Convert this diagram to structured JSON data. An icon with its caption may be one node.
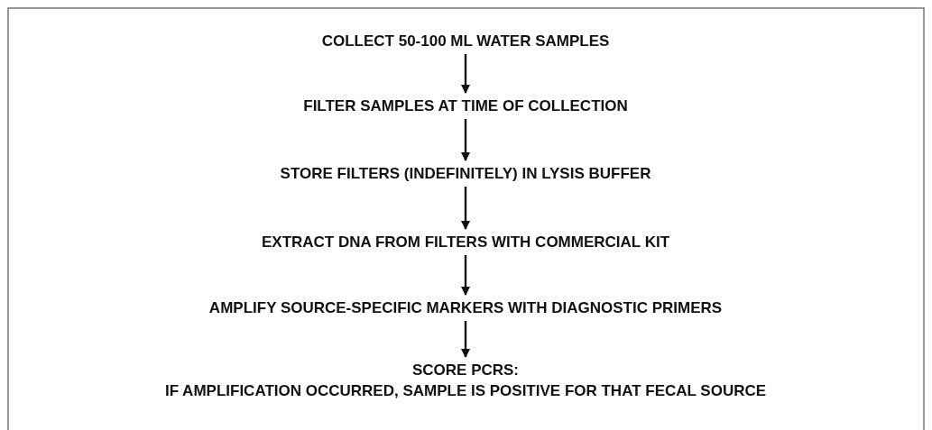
{
  "diagram": {
    "nodes": [
      {
        "text": [
          "COLLECT 50-100 ML WATER SAMPLES"
        ]
      },
      {
        "text": [
          "FILTER SAMPLES AT TIME OF COLLECTION"
        ]
      },
      {
        "text": [
          "STORE FILTERS (INDEFINITELY) IN LYSIS BUFFER"
        ]
      },
      {
        "text": [
          "EXTRACT DNA FROM FILTERS WITH COMMERCIAL KIT"
        ]
      },
      {
        "text": [
          "AMPLIFY SOURCE-SPECIFIC MARKERS WITH DIAGNOSTIC PRIMERS"
        ]
      },
      {
        "text": [
          "SCORE PCRS:",
          "IF AMPLIFICATION OCCURRED, SAMPLE IS POSITIVE FOR THAT FECAL SOURCE"
        ]
      }
    ],
    "edges": [
      {
        "from": 0,
        "to": 1,
        "arrow": "to"
      },
      {
        "from": 1,
        "to": 2,
        "arrow": "to"
      },
      {
        "from": 2,
        "to": 3,
        "arrow": "to"
      },
      {
        "from": 3,
        "to": 4,
        "arrow": "to"
      },
      {
        "from": 4,
        "to": 5,
        "arrow": "to"
      }
    ]
  }
}
